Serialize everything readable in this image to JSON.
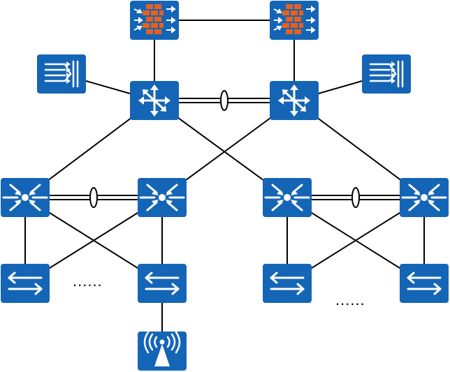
{
  "nodes": [
    {
      "id": "firewall-1",
      "type": "firewall"
    },
    {
      "id": "firewall-2",
      "type": "firewall"
    },
    {
      "id": "ips-1",
      "type": "ips"
    },
    {
      "id": "ips-2",
      "type": "ips"
    },
    {
      "id": "core-router-1",
      "type": "router"
    },
    {
      "id": "core-router-2",
      "type": "router"
    },
    {
      "id": "agg-switch-1",
      "type": "l3-switch"
    },
    {
      "id": "agg-switch-2",
      "type": "l3-switch"
    },
    {
      "id": "agg-switch-3",
      "type": "l3-switch"
    },
    {
      "id": "agg-switch-4",
      "type": "l3-switch"
    },
    {
      "id": "access-switch-1",
      "type": "l2-switch"
    },
    {
      "id": "access-switch-2",
      "type": "l2-switch"
    },
    {
      "id": "access-switch-3",
      "type": "l2-switch"
    },
    {
      "id": "access-switch-4",
      "type": "l2-switch"
    },
    {
      "id": "wireless-ap",
      "type": "wireless-ap"
    }
  ],
  "links": [
    {
      "from": "firewall-1",
      "to": "firewall-2",
      "kind": "single"
    },
    {
      "from": "firewall-1",
      "to": "core-router-1",
      "kind": "single"
    },
    {
      "from": "firewall-2",
      "to": "core-router-2",
      "kind": "single"
    },
    {
      "from": "ips-1",
      "to": "core-router-1",
      "kind": "single"
    },
    {
      "from": "ips-2",
      "to": "core-router-2",
      "kind": "single"
    },
    {
      "from": "core-router-1",
      "to": "core-router-2",
      "kind": "aggregated"
    },
    {
      "from": "core-router-1",
      "to": "agg-switch-1",
      "kind": "single"
    },
    {
      "from": "core-router-1",
      "to": "agg-switch-3",
      "kind": "single"
    },
    {
      "from": "core-router-2",
      "to": "agg-switch-2",
      "kind": "single"
    },
    {
      "from": "core-router-2",
      "to": "agg-switch-4",
      "kind": "single"
    },
    {
      "from": "agg-switch-1",
      "to": "agg-switch-2",
      "kind": "aggregated"
    },
    {
      "from": "agg-switch-3",
      "to": "agg-switch-4",
      "kind": "aggregated"
    },
    {
      "from": "agg-switch-1",
      "to": "access-switch-1",
      "kind": "single"
    },
    {
      "from": "agg-switch-1",
      "to": "access-switch-2",
      "kind": "single"
    },
    {
      "from": "agg-switch-2",
      "to": "access-switch-1",
      "kind": "single"
    },
    {
      "from": "agg-switch-2",
      "to": "access-switch-2",
      "kind": "single"
    },
    {
      "from": "agg-switch-3",
      "to": "access-switch-3",
      "kind": "single"
    },
    {
      "from": "agg-switch-3",
      "to": "access-switch-4",
      "kind": "single"
    },
    {
      "from": "agg-switch-4",
      "to": "access-switch-3",
      "kind": "single"
    },
    {
      "from": "agg-switch-4",
      "to": "access-switch-4",
      "kind": "single"
    },
    {
      "from": "access-switch-2",
      "to": "wireless-ap",
      "kind": "single"
    }
  ],
  "ellipsis": [
    "......",
    "......"
  ],
  "colors": {
    "device": "#1565b6",
    "firewall_brick": "#e8601c",
    "link": "#000000"
  }
}
